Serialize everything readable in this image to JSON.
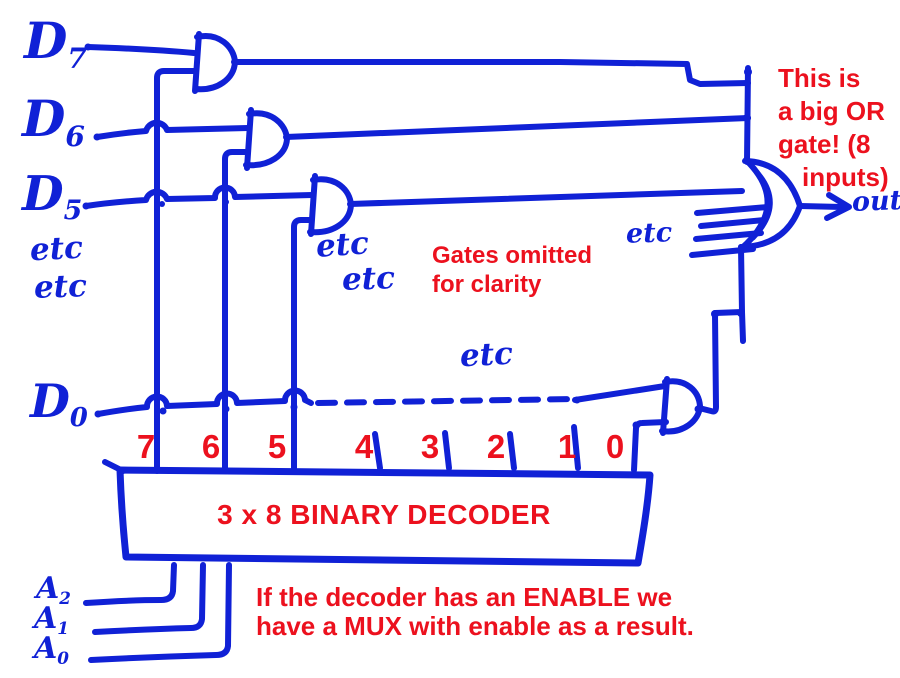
{
  "colors": {
    "ink_blue": "#1021d6",
    "ink_red": "#ec111e"
  },
  "labels": {
    "d7": {
      "main": "D",
      "sub": "7"
    },
    "d6": {
      "main": "D",
      "sub": "6"
    },
    "d5": {
      "main": "D",
      "sub": "5"
    },
    "etc_left_1": "etc",
    "etc_left_2": "etc",
    "d0": {
      "main": "D",
      "sub": "0"
    },
    "a2": {
      "main": "A",
      "sub": "2"
    },
    "a1": {
      "main": "A",
      "sub": "1"
    },
    "a0": {
      "main": "A",
      "sub": "0"
    },
    "etc_mid_1": "etc",
    "etc_mid_2": "etc",
    "etc_dashed": "etc",
    "etc_or_inputs": "etc",
    "out": "out"
  },
  "decoder": {
    "title": "3 x 8 BINARY DECODER",
    "outputs": [
      "7",
      "6",
      "5",
      "4",
      "3",
      "2",
      "1",
      "0"
    ]
  },
  "notes": {
    "big_or": [
      "This is",
      "a big OR",
      "gate! (8",
      "inputs)"
    ],
    "gates_omitted": [
      "Gates omitted",
      "for clarity"
    ],
    "enable": [
      "If the decoder has an ENABLE we",
      "have a MUX with enable as a result."
    ]
  }
}
